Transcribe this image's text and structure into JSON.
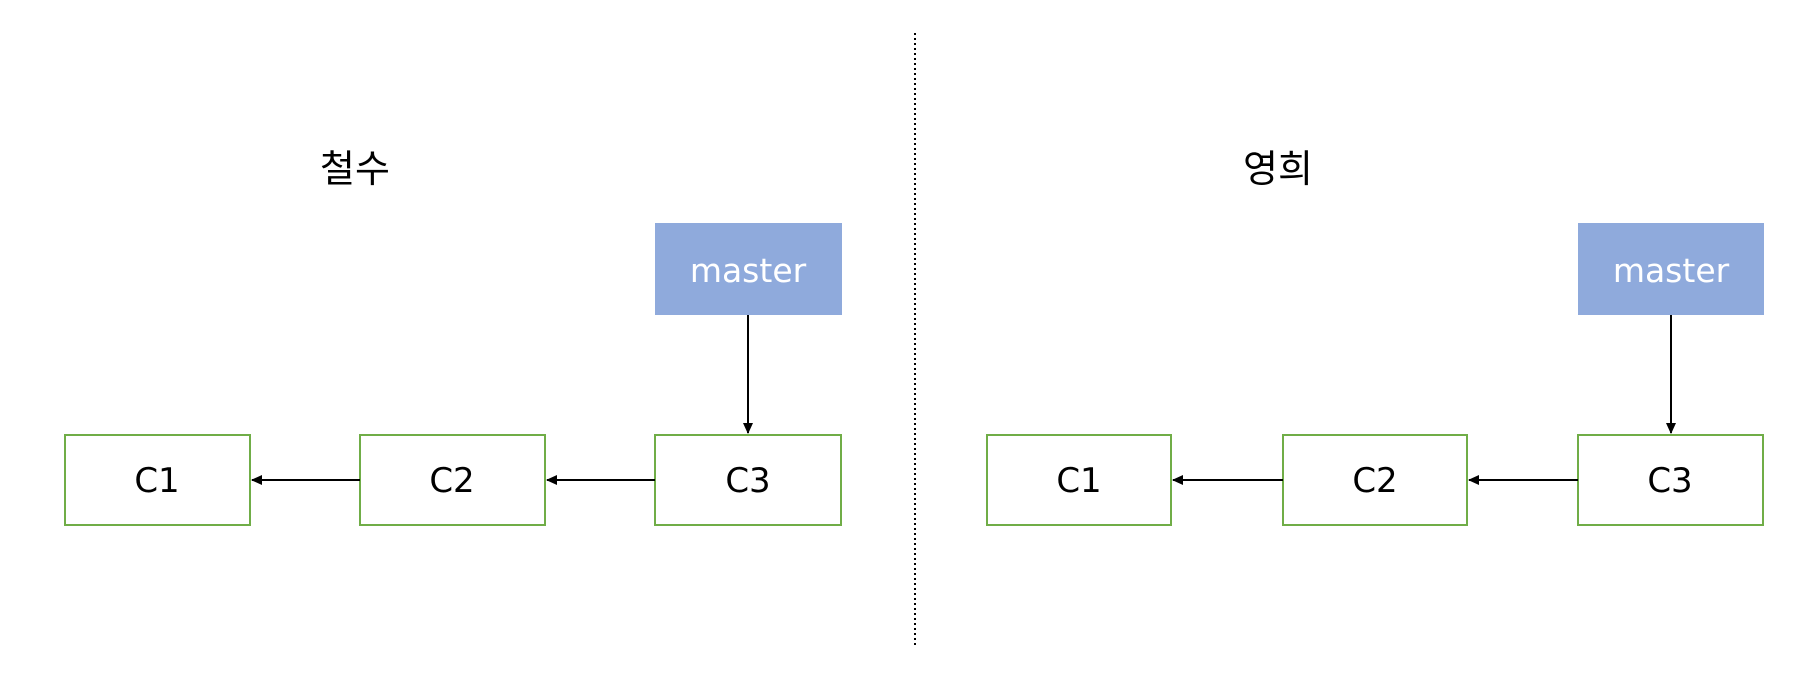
{
  "colors": {
    "branch_fill": "#8faadc",
    "branch_text": "#ffffff",
    "commit_border": "#70ad47",
    "arrow": "#000000"
  },
  "panels": [
    {
      "title": "철수",
      "branch": "master",
      "commits": [
        "C1",
        "C2",
        "C3"
      ]
    },
    {
      "title": "영희",
      "branch": "master",
      "commits": [
        "C1",
        "C2",
        "C3"
      ]
    }
  ]
}
